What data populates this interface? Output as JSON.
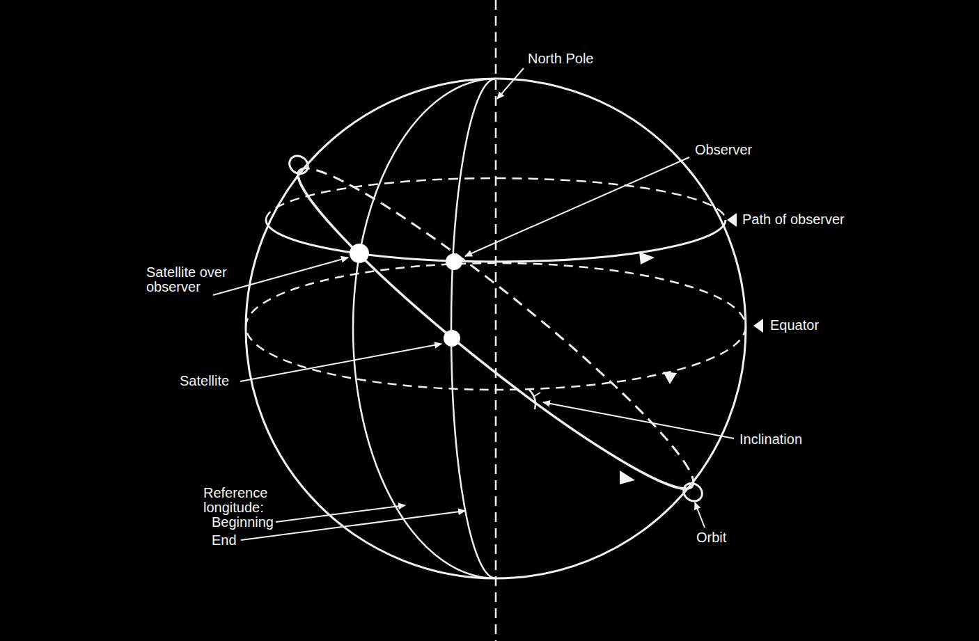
{
  "diagram": {
    "labels": [
      "North Pole",
      "Observer",
      "Path of observer",
      "Satellite over observer",
      "Equator",
      "Satellite",
      "Inclination",
      "Reference longitude:",
      "Beginning",
      "End",
      "Orbit"
    ]
  }
}
